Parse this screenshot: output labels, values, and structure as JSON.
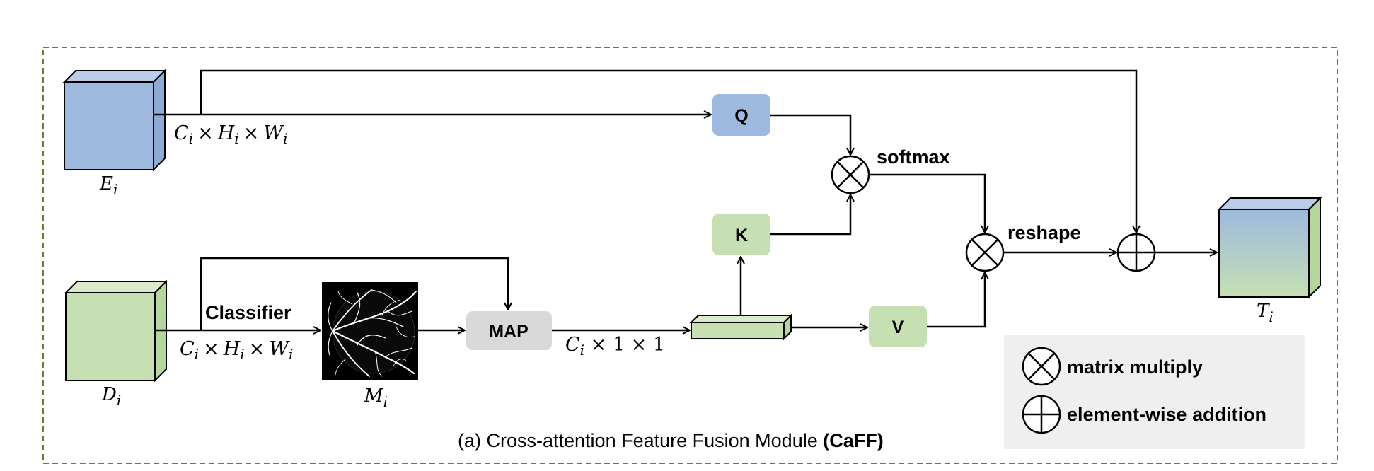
{
  "inputs": {
    "encoder_label": "E",
    "encoder_sub": "i",
    "decoder_label": "D",
    "decoder_sub": "i",
    "map_label": "M",
    "map_sub": "i",
    "output_label": "T",
    "output_sub": "i"
  },
  "dims": {
    "top": {
      "c": "C",
      "h": "H",
      "w": "W",
      "sub": "i",
      "times": "×"
    },
    "bottom": {
      "c": "C",
      "h": "H",
      "w": "W",
      "sub": "i",
      "times": "×"
    },
    "pooled": {
      "c": "C",
      "sub": "i",
      "rest": " × 1 × 1"
    }
  },
  "nodes": {
    "q": "Q",
    "k": "K",
    "v": "V",
    "map": "MAP"
  },
  "ops": {
    "classifier": "Classifier",
    "softmax": "softmax",
    "reshape": "reshape"
  },
  "legend": {
    "multiply": "matrix multiply",
    "addition": "element-wise addition"
  },
  "caption": {
    "text": "(a) Cross-attention Feature Fusion Module ",
    "bold": "(CaFF)"
  },
  "colors": {
    "blue": "#9db9dd",
    "blue_side": "#b9cde8",
    "green": "#c6e0b4",
    "green_side": "#d9ebcc",
    "gray": "#d9d9d9",
    "border": "#6b7d34",
    "legend_bg": "#efefef"
  }
}
